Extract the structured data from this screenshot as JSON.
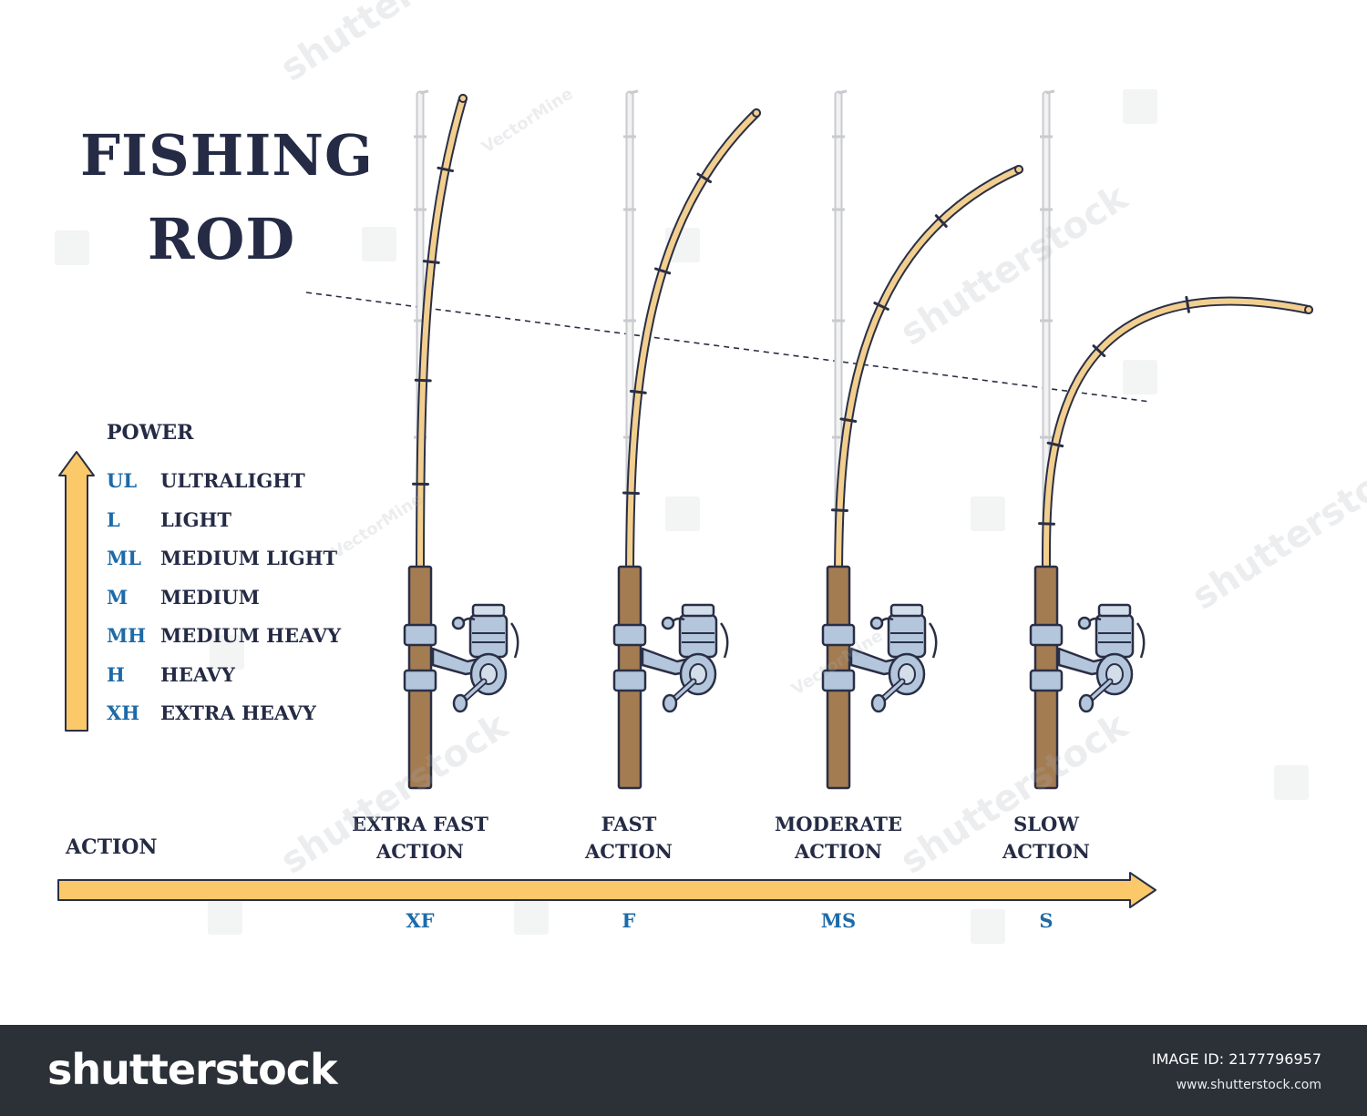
{
  "title": {
    "line1": "FISHING",
    "line2": "ROD"
  },
  "power": {
    "heading": "POWER",
    "levels": [
      {
        "code": "UL",
        "name": "ULTRALIGHT"
      },
      {
        "code": "L",
        "name": "LIGHT"
      },
      {
        "code": "ML",
        "name": "MEDIUM LIGHT"
      },
      {
        "code": "M",
        "name": "MEDIUM"
      },
      {
        "code": "MH",
        "name": "MEDIUM HEAVY"
      },
      {
        "code": "H",
        "name": "HEAVY"
      },
      {
        "code": "XH",
        "name": "EXTRA HEAVY"
      }
    ]
  },
  "action": {
    "heading": "ACTION",
    "rods": [
      {
        "line1": "EXTRA FAST",
        "line2": "ACTION",
        "code": "XF"
      },
      {
        "line1": "FAST",
        "line2": "ACTION",
        "code": "F"
      },
      {
        "line1": "MODERATE",
        "line2": "ACTION",
        "code": "MS"
      },
      {
        "line1": "SLOW",
        "line2": "ACTION",
        "code": "S"
      }
    ]
  },
  "colors": {
    "title": "#252b45",
    "code": "#1d6aa8",
    "rod_blank": "#f2cf8e",
    "handle": "#a47c52",
    "reel": "#b3c6dc",
    "arrow": "#fbc96a",
    "outline": "#2a2f45"
  },
  "watermarks": {
    "brand": "shutterstock",
    "author": "VectorMine"
  },
  "footer": {
    "logo": "shutterstock",
    "image_id": "IMAGE ID: 2177796957",
    "url": "www.shutterstock.com"
  }
}
